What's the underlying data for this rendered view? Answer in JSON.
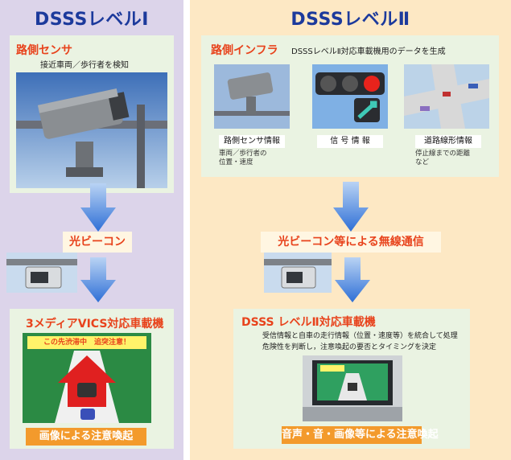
{
  "left": {
    "title": "DSSSレベルⅠ",
    "sensor_panel": {
      "title": "路側センサ",
      "subtitle": "接近車両／歩行者を検知"
    },
    "beacon": "光ビーコン",
    "vics_panel": {
      "title": "3メディアVICS対応車載機",
      "screen_text": "この先渋滞中　追突注意！",
      "bar": "画像による注意喚起"
    }
  },
  "right": {
    "title": "DSSSレベルⅡ",
    "infra_panel": {
      "title": "路側インフラ",
      "subtitle": "DSSSレベルⅡ対応車載機用のデータを生成",
      "items": [
        {
          "caption": "路側センサ情報",
          "sub": [
            "車両／歩行者の",
            "位置・速度"
          ]
        },
        {
          "caption": "信 号 情 報",
          "sub": []
        },
        {
          "caption": "道路線形情報",
          "sub": [
            "停止線までの距離",
            "など"
          ]
        }
      ]
    },
    "beacon": "光ビーコン等による無線通信",
    "device_panel": {
      "title": "DSSS レベルⅡ対応車載機",
      "lines": [
        "受信情報と自車の走行情報（位置・速度等）を統合して処理",
        "危険性を判断し，注意喚起の要否とタイミングを決定"
      ],
      "bar": "音声・音・画像等による注意喚起"
    }
  },
  "colors": {
    "accent_red": "#e8431c",
    "title_blue": "#1c3a9c",
    "arrow_blue": "#2e6fd6",
    "bar_orange": "#f39a2c"
  }
}
